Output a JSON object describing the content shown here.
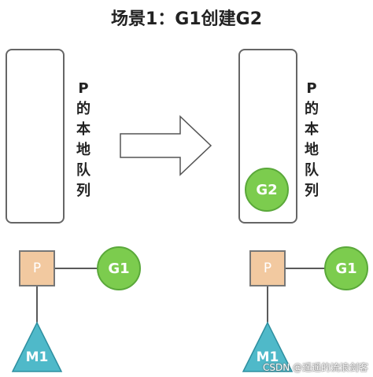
{
  "title": "场景1：G1创建G2",
  "queue_label_chars": [
    "P",
    "的",
    "本",
    "地",
    "队",
    "列"
  ],
  "left": {
    "p_label": "P",
    "g_label": "G1",
    "m_label": "M1"
  },
  "right": {
    "p_label": "P",
    "g_label": "G1",
    "m_label": "M1",
    "queued_g_label": "G2"
  },
  "watermark": "CSDN @遥遥的流浪剑客",
  "colors": {
    "goroutine": "#7ccc4e",
    "processor": "#f2c9a0",
    "machine": "#4fb9c9",
    "arrow": "#555555"
  }
}
